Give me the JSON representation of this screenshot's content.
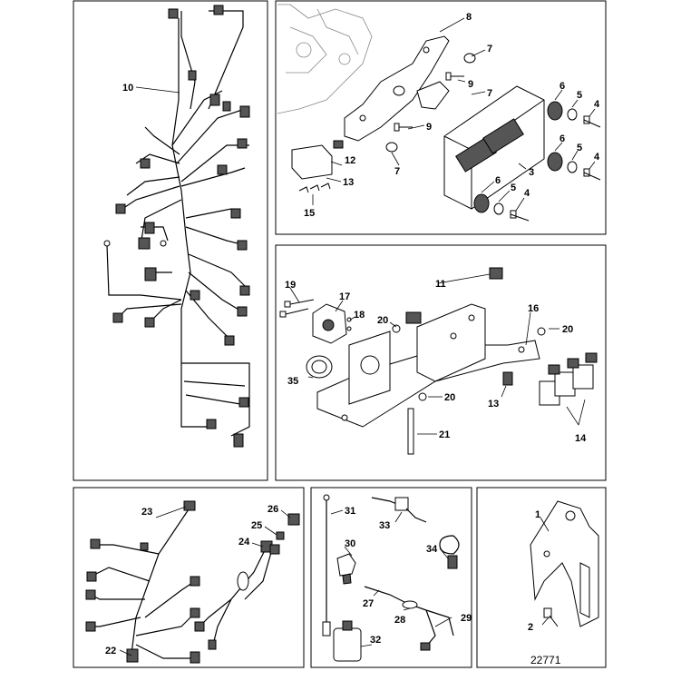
{
  "figure_number": "22771",
  "callouts": {
    "c1": "1",
    "c2": "2",
    "c3": "3",
    "c4a": "4",
    "c4b": "4",
    "c4c": "4",
    "c5a": "5",
    "c5b": "5",
    "c5c": "5",
    "c6a": "6",
    "c6b": "6",
    "c6c": "6",
    "c7a": "7",
    "c7b": "7",
    "c7c": "7",
    "c8": "8",
    "c9a": "9",
    "c9b": "9",
    "c10": "10",
    "c11": "11",
    "c12": "12",
    "c13a": "13",
    "c13b": "13",
    "c14": "14",
    "c15": "15",
    "c16": "16",
    "c17": "17",
    "c18": "18",
    "c19": "19",
    "c20a": "20",
    "c20b": "20",
    "c20c": "20",
    "c21": "21",
    "c22": "22",
    "c23": "23",
    "c24": "24",
    "c25": "25",
    "c26": "26",
    "c27": "27",
    "c28": "28",
    "c29": "29",
    "c30": "30",
    "c31": "31",
    "c32": "32",
    "c33": "33",
    "c34": "34",
    "c35": "35"
  }
}
